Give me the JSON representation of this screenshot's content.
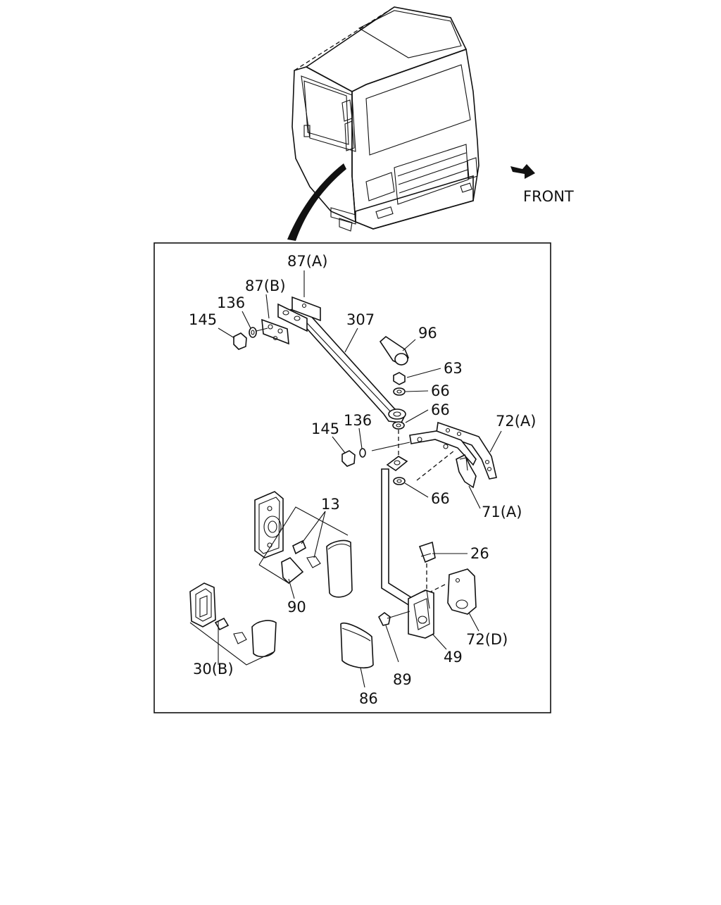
{
  "direction_label": "FRONT",
  "callouts": {
    "c87a": "87(A)",
    "c87b": "87(B)",
    "c136a": "136",
    "c145a": "145",
    "c307": "307",
    "c96": "96",
    "c63": "63",
    "c66a": "66",
    "c66b": "66",
    "c66c": "66",
    "c145b": "145",
    "c136b": "136",
    "c72a": "72(A)",
    "c71a": "71(A)",
    "c13": "13",
    "c26": "26",
    "c90": "90",
    "c72d": "72(D)",
    "c30b": "30(B)",
    "c89": "89",
    "c49": "49",
    "c86": "86"
  },
  "icons": {
    "front_arrow": "front-arrow-icon"
  }
}
